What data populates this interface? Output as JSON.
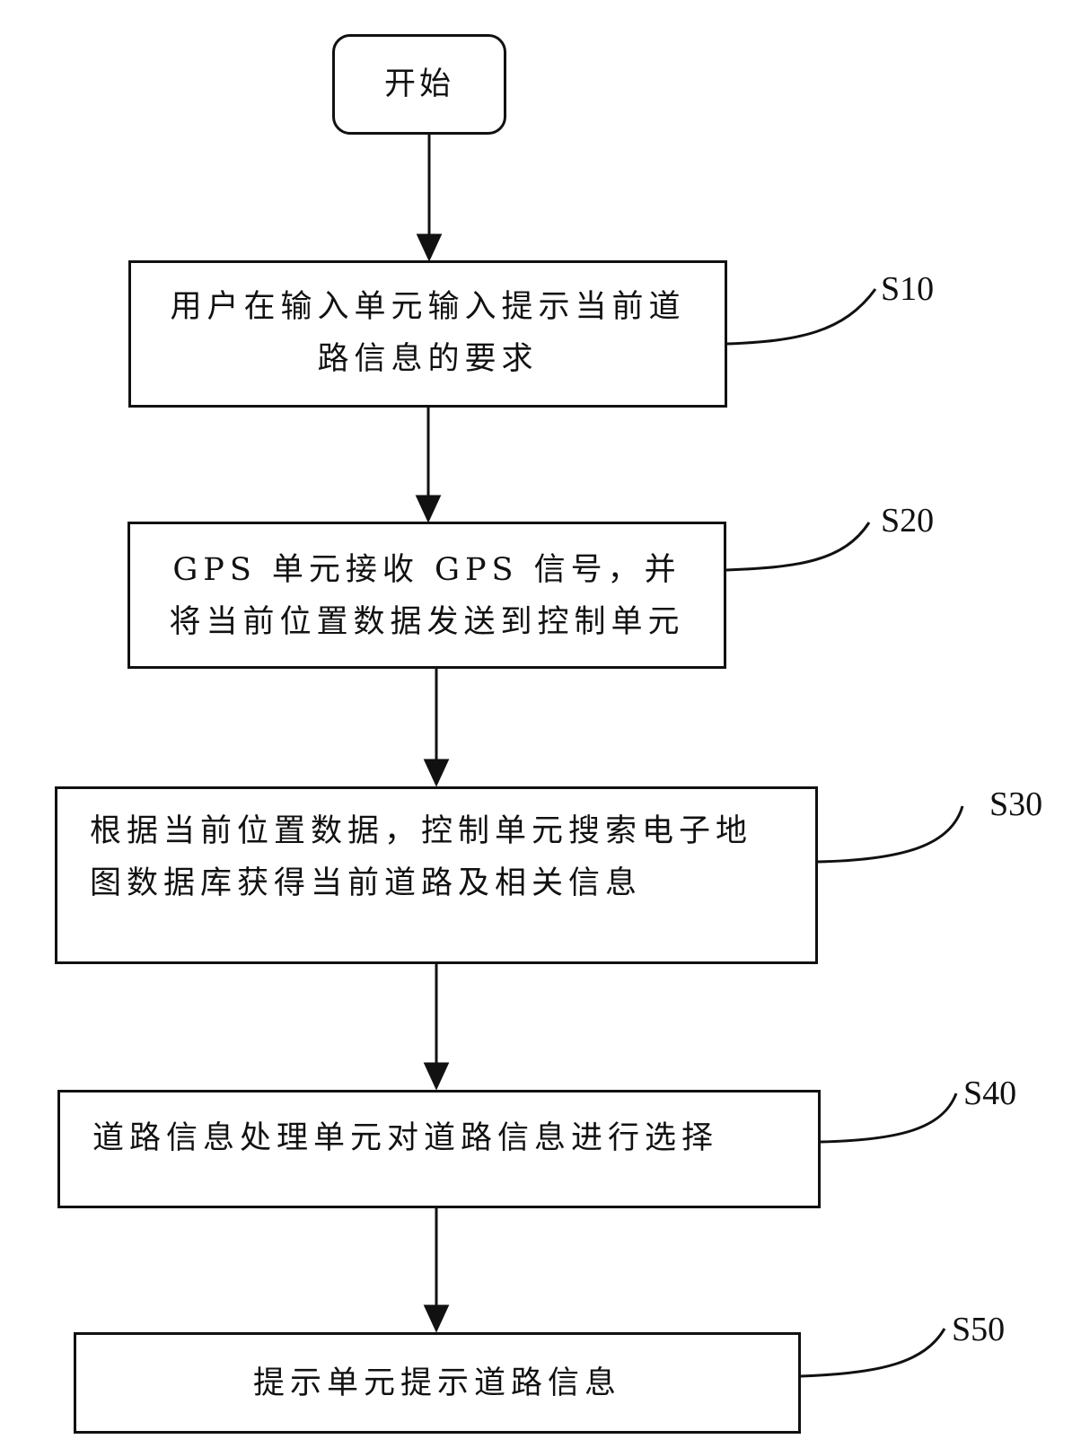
{
  "flowchart": {
    "start": {
      "label": "开始"
    },
    "steps": [
      {
        "id": "S10",
        "text": "用户在输入单元输入提示当前道路信息的要求"
      },
      {
        "id": "S20",
        "text": "GPS 单元接收 GPS 信号，并将当前位置数据发送到控制单元"
      },
      {
        "id": "S30",
        "text": "根据当前位置数据，控制单元搜索电子地图数据库获得当前道路及相关信息"
      },
      {
        "id": "S40",
        "text": "道路信息处理单元对道路信息进行选择"
      },
      {
        "id": "S50",
        "text": "提示单元提示道路信息"
      }
    ]
  },
  "colors": {
    "line": "#111111",
    "background": "#ffffff"
  }
}
